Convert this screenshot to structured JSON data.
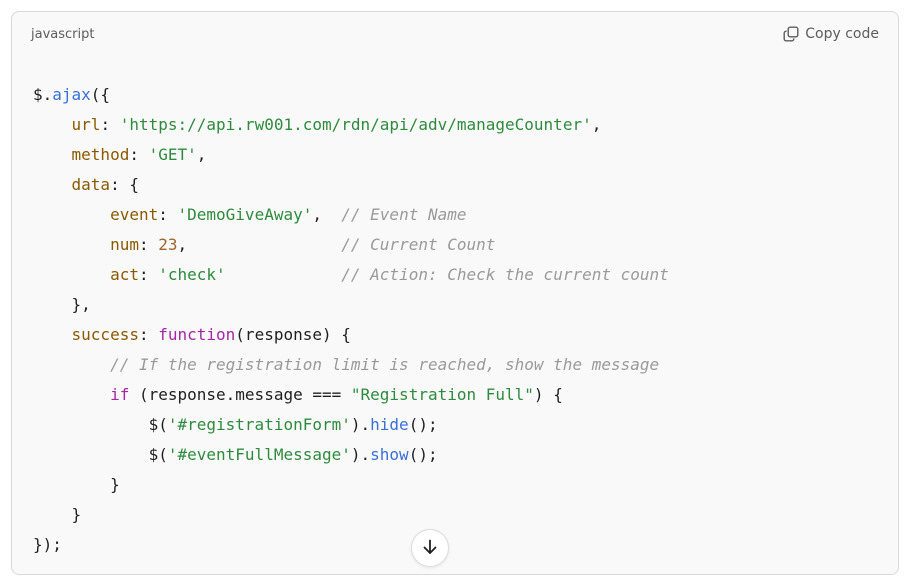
{
  "header": {
    "language": "javascript",
    "copy_label": "Copy code"
  },
  "code": {
    "lines": [
      [
        {
          "t": "$.",
          "c": "p"
        },
        {
          "t": "ajax",
          "c": "fn"
        },
        {
          "t": "({",
          "c": "p"
        }
      ],
      [
        {
          "t": "    ",
          "c": "p"
        },
        {
          "t": "url",
          "c": "key"
        },
        {
          "t": ": ",
          "c": "p"
        },
        {
          "t": "'https://api.rw001.com/rdn/api/adv/manageCounter'",
          "c": "str"
        },
        {
          "t": ",",
          "c": "p"
        }
      ],
      [
        {
          "t": "    ",
          "c": "p"
        },
        {
          "t": "method",
          "c": "key"
        },
        {
          "t": ": ",
          "c": "p"
        },
        {
          "t": "'GET'",
          "c": "str"
        },
        {
          "t": ",",
          "c": "p"
        }
      ],
      [
        {
          "t": "    ",
          "c": "p"
        },
        {
          "t": "data",
          "c": "key"
        },
        {
          "t": ": {",
          "c": "p"
        }
      ],
      [
        {
          "t": "        ",
          "c": "p"
        },
        {
          "t": "event",
          "c": "key"
        },
        {
          "t": ": ",
          "c": "p"
        },
        {
          "t": "'DemoGiveAway'",
          "c": "str"
        },
        {
          "t": ",  ",
          "c": "p"
        },
        {
          "t": "// Event Name",
          "c": "cm"
        }
      ],
      [
        {
          "t": "        ",
          "c": "p"
        },
        {
          "t": "num",
          "c": "key"
        },
        {
          "t": ": ",
          "c": "p"
        },
        {
          "t": "23",
          "c": "num"
        },
        {
          "t": ",                ",
          "c": "p"
        },
        {
          "t": "// Current Count",
          "c": "cm"
        }
      ],
      [
        {
          "t": "        ",
          "c": "p"
        },
        {
          "t": "act",
          "c": "key"
        },
        {
          "t": ": ",
          "c": "p"
        },
        {
          "t": "'check'",
          "c": "str"
        },
        {
          "t": "            ",
          "c": "p"
        },
        {
          "t": "// Action: Check the current count",
          "c": "cm"
        }
      ],
      [
        {
          "t": "    },",
          "c": "p"
        }
      ],
      [
        {
          "t": "    ",
          "c": "p"
        },
        {
          "t": "success",
          "c": "key"
        },
        {
          "t": ": ",
          "c": "p"
        },
        {
          "t": "function",
          "c": "kw"
        },
        {
          "t": "(response) {",
          "c": "p"
        }
      ],
      [
        {
          "t": "        ",
          "c": "p"
        },
        {
          "t": "// If the registration limit is reached, show the message",
          "c": "cm"
        }
      ],
      [
        {
          "t": "        ",
          "c": "p"
        },
        {
          "t": "if",
          "c": "kw"
        },
        {
          "t": " (response.message === ",
          "c": "p"
        },
        {
          "t": "\"Registration Full\"",
          "c": "str"
        },
        {
          "t": ") {",
          "c": "p"
        }
      ],
      [
        {
          "t": "            $(",
          "c": "p"
        },
        {
          "t": "'#registrationForm'",
          "c": "str"
        },
        {
          "t": ").",
          "c": "p"
        },
        {
          "t": "hide",
          "c": "fn"
        },
        {
          "t": "();",
          "c": "p"
        }
      ],
      [
        {
          "t": "            $(",
          "c": "p"
        },
        {
          "t": "'#eventFullMessage'",
          "c": "str"
        },
        {
          "t": ").",
          "c": "p"
        },
        {
          "t": "show",
          "c": "fn"
        },
        {
          "t": "();",
          "c": "p"
        }
      ],
      [
        {
          "t": "        }",
          "c": "p"
        }
      ],
      [
        {
          "t": "    }",
          "c": "p"
        }
      ],
      [
        {
          "t": "});",
          "c": "p"
        }
      ]
    ]
  },
  "icons": {
    "copy": "copy-icon",
    "scroll_down": "arrow-down-icon"
  },
  "colors": {
    "function": "#3a6fd8",
    "property": "#8a5a00",
    "string": "#2e8b3d",
    "number": "#a0642a",
    "keyword": "#a626a4",
    "comment": "#9a9a9a"
  }
}
